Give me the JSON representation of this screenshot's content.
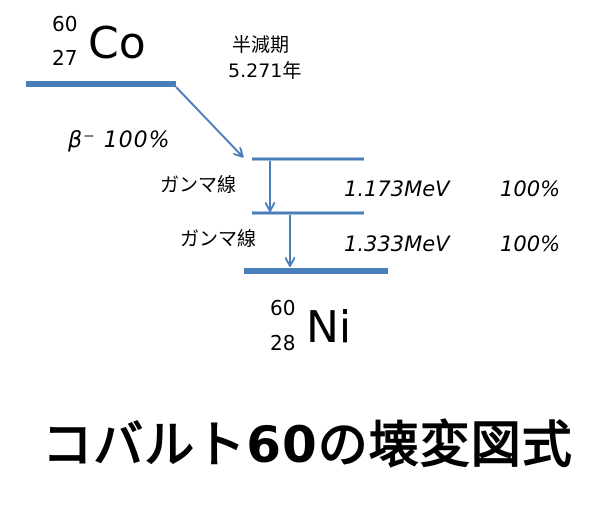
{
  "parent": {
    "mass": "60",
    "atomic": "27",
    "symbol": "Co"
  },
  "half_life": {
    "label": "半減期",
    "value": "5.271年"
  },
  "beta_decay": {
    "label": "β⁻ 100%"
  },
  "gamma_1": {
    "label": "ガンマ線",
    "energy": "1.173MeV",
    "intensity": "100%"
  },
  "gamma_2": {
    "label": "ガンマ線",
    "energy": "1.333MeV",
    "intensity": "100%"
  },
  "daughter": {
    "mass": "60",
    "atomic": "28",
    "symbol": "Ni"
  },
  "title": "コバルト60の壊変図式",
  "colors": {
    "level_line": "#4a7ebb",
    "text": "#000000"
  }
}
